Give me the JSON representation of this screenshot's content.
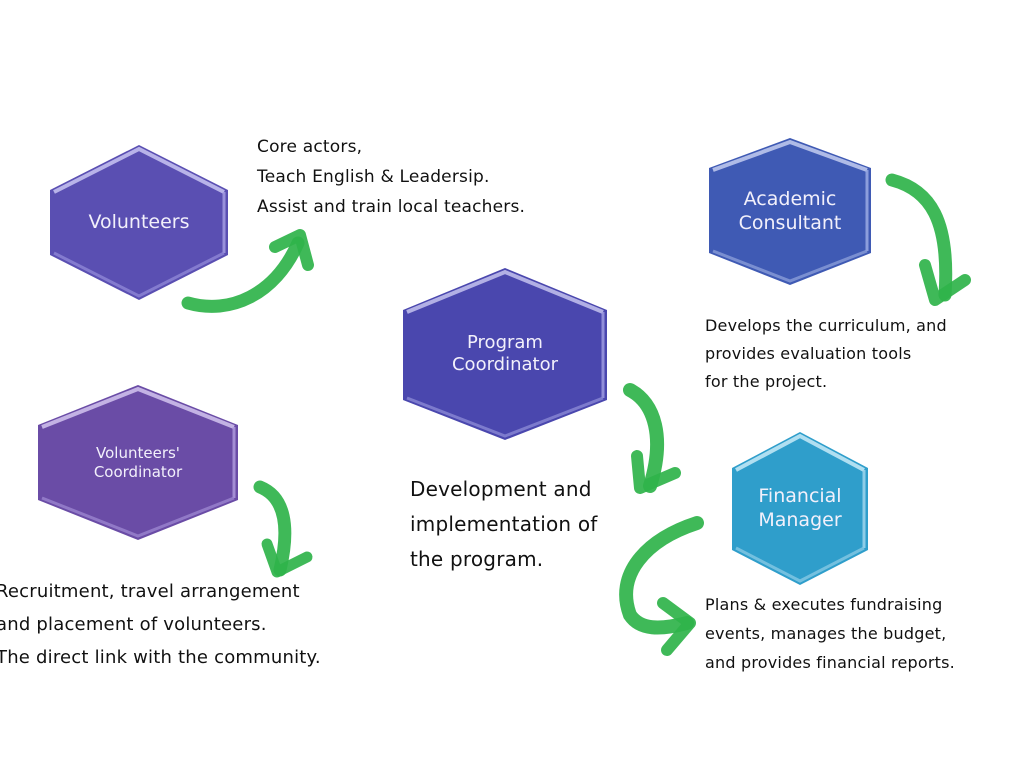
{
  "diagram": {
    "type": "organizational-roles",
    "arrow_color": "#2fb34a",
    "roles": [
      {
        "id": "volunteers",
        "label": "Volunteers",
        "color": "#5a4fb2",
        "description": "Core actors,\nTeach English & Leadersip.\nAssist and train local teachers."
      },
      {
        "id": "volunteers-coordinator",
        "label": "Volunteers'\nCoordinator",
        "color": "#6a4ca6",
        "description": "Recruitment, travel arrangement\nand placement of volunteers.\nThe direct link with the community."
      },
      {
        "id": "program-coordinator",
        "label": "Program\nCoordinator",
        "color": "#4a47ae",
        "description": "Development and\nimplementation of\nthe program."
      },
      {
        "id": "academic-consultant",
        "label": "Academic\nConsultant",
        "color": "#3f5ab4",
        "description": "Develops the curriculum, and\nprovides evaluation tools\nfor the project."
      },
      {
        "id": "financial-manager",
        "label": "Financial\nManager",
        "color": "#2f9ecb",
        "description": "Plans & executes fundraising\nevents, manages the budget,\nand provides financial reports."
      }
    ]
  }
}
